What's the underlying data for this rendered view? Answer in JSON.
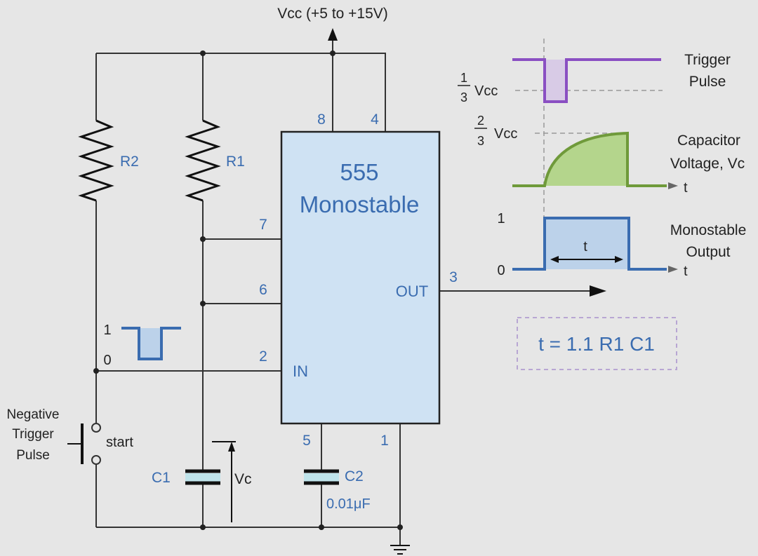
{
  "supply": {
    "label": "Vcc (+5 to +15V)"
  },
  "ic": {
    "title_number": "555",
    "title_name": "Monostable",
    "pins": {
      "p8": "8",
      "p4": "4",
      "p7": "7",
      "p6": "6",
      "p2": "2",
      "p5": "5",
      "p1": "1",
      "p3": "3"
    },
    "in_label": "IN",
    "out_label": "OUT"
  },
  "components": {
    "r2": "R2",
    "r1": "R1",
    "c1": "C1",
    "c2": "C2",
    "c2_value": "0.01μF",
    "vc": "Vc",
    "start": "start"
  },
  "trigger_input": {
    "label_line1": "Negative",
    "label_line2": "Trigger",
    "label_line3": "Pulse",
    "level_high": "1",
    "level_low": "0"
  },
  "waveforms": {
    "trigger": {
      "label_line1": "Trigger",
      "label_line2": "Pulse",
      "fraction_num": "1",
      "fraction_den": "3",
      "fraction_unit": "Vcc",
      "color": "#8a4fc2"
    },
    "capacitor": {
      "label_line1": "Capacitor",
      "label_line2": "Voltage, Vc",
      "fraction_num": "2",
      "fraction_den": "3",
      "fraction_unit": "Vcc",
      "axis": "t",
      "color": "#6f9a3a"
    },
    "output": {
      "label_line1": "Monostable",
      "label_line2": "Output",
      "level_high": "1",
      "level_low": "0",
      "axis": "t",
      "width_label": "t",
      "color": "#3a6cb0"
    }
  },
  "formula": "t = 1.1 R1 C1"
}
